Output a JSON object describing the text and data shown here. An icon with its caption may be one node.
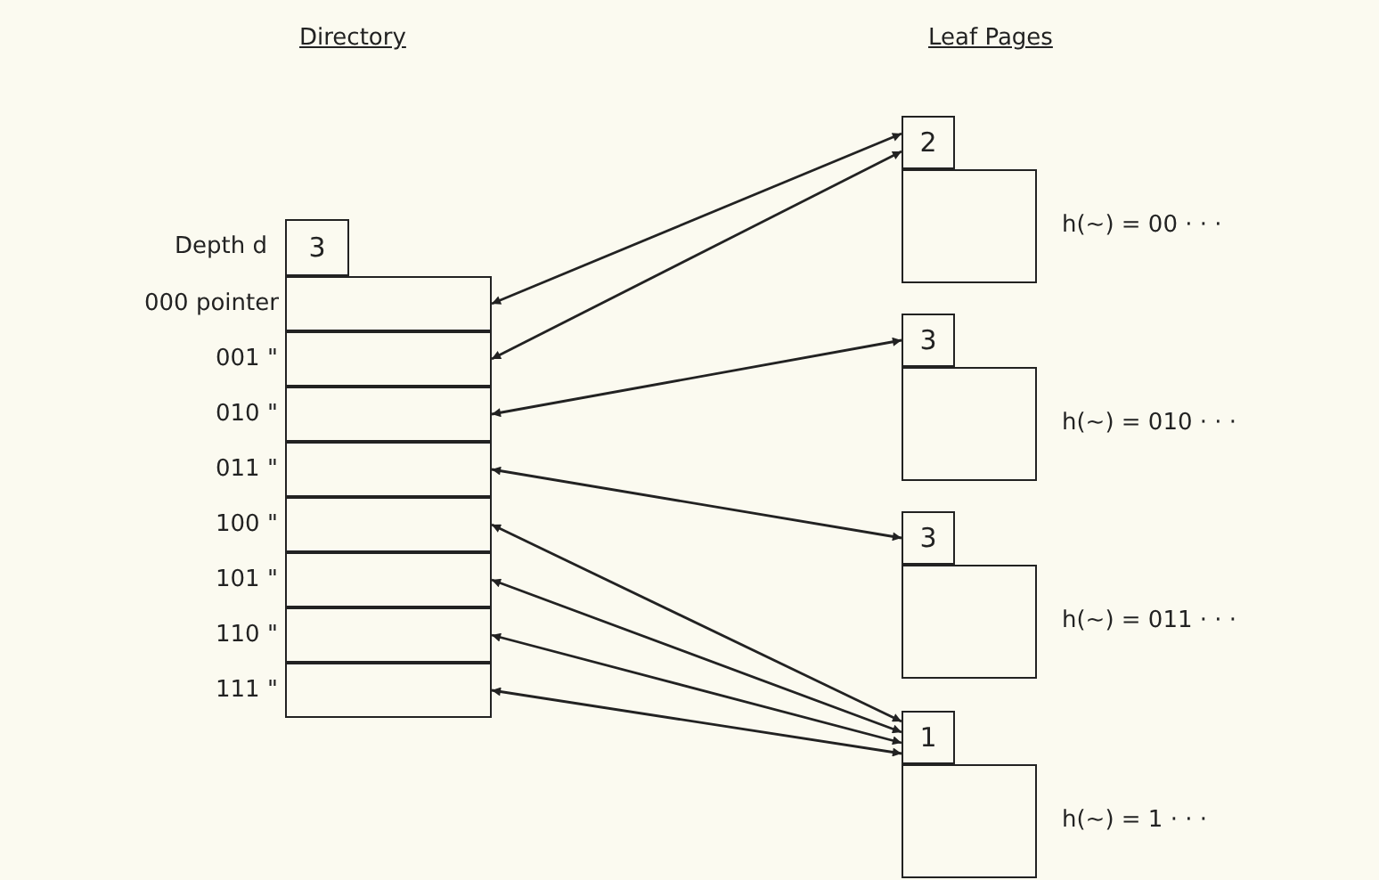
{
  "diagram": {
    "nodes": [
      {
        "text": [
          "3"
        ],
        "beside": [
          "Depth d"
        ]
      },
      {
        "text": [],
        "shape": "box",
        "beside": [
          "000 pointer"
        ]
      },
      {
        "text": [],
        "shape": "box",
        "beside": [
          "001 \""
        ]
      },
      {
        "text": [],
        "shape": "box",
        "beside": [
          "010 \""
        ]
      },
      {
        "text": [],
        "shape": "box",
        "beside": [
          "011 \""
        ]
      },
      {
        "text": [],
        "shape": "box",
        "beside": [
          "100 \""
        ]
      },
      {
        "text": [],
        "shape": "box",
        "beside": [
          "101 \""
        ]
      },
      {
        "text": [],
        "shape": "box",
        "beside": [
          "110 \""
        ]
      },
      {
        "text": [],
        "shape": "box",
        "beside": [
          "111 \""
        ]
      },
      {
        "text": [
          "2"
        ]
      },
      {
        "text": [],
        "shape": "box",
        "beside": [
          "h(~) = 00 · · ·"
        ]
      },
      {
        "text": [
          "3"
        ]
      },
      {
        "text": [],
        "shape": "box",
        "beside": [
          "h(~) = 010 · · ·"
        ]
      },
      {
        "text": [
          "3"
        ]
      },
      {
        "text": [],
        "shape": "box",
        "beside": [
          "h(~) = 011 · · ·"
        ]
      },
      {
        "text": [
          "1"
        ]
      },
      {
        "text": [],
        "shape": "box",
        "beside": [
          "h(~) = 1 · · ·"
        ]
      }
    ],
    "edges": [
      {
        "from": 1,
        "to": 9,
        "arrow": "both"
      },
      {
        "from": 2,
        "to": 9,
        "arrow": "both"
      },
      {
        "from": 3,
        "to": 11,
        "arrow": "both"
      },
      {
        "from": 4,
        "to": 13,
        "arrow": "both"
      },
      {
        "from": 5,
        "to": 15,
        "arrow": "both"
      },
      {
        "from": 6,
        "to": 15,
        "arrow": "both"
      },
      {
        "from": 7,
        "to": 15,
        "arrow": "both"
      },
      {
        "from": 8,
        "to": 15,
        "arrow": "both"
      }
    ],
    "labels": [
      "Directory",
      "Leaf Pages"
    ]
  }
}
